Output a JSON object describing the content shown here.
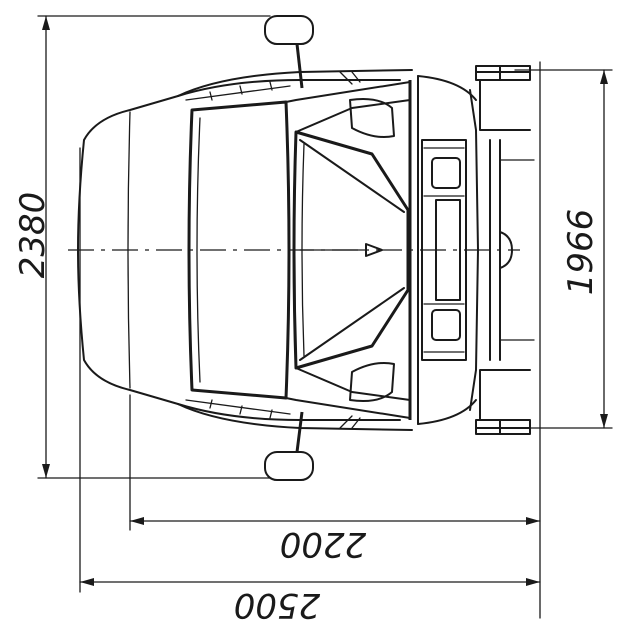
{
  "figure": {
    "view": "vehicle cab front view with overall dimensions",
    "dimensions": [
      {
        "id": "overall-height",
        "label": "2380",
        "orientation": "vertical-left"
      },
      {
        "id": "wheel-track",
        "label": "1966",
        "orientation": "vertical-right"
      },
      {
        "id": "body-width",
        "label": "2200",
        "orientation": "horizontal-upper"
      },
      {
        "id": "mirror-width",
        "label": "2500",
        "orientation": "horizontal-lower"
      }
    ],
    "colors": {
      "line": "#1a1a1a",
      "background": "#ffffff"
    }
  }
}
